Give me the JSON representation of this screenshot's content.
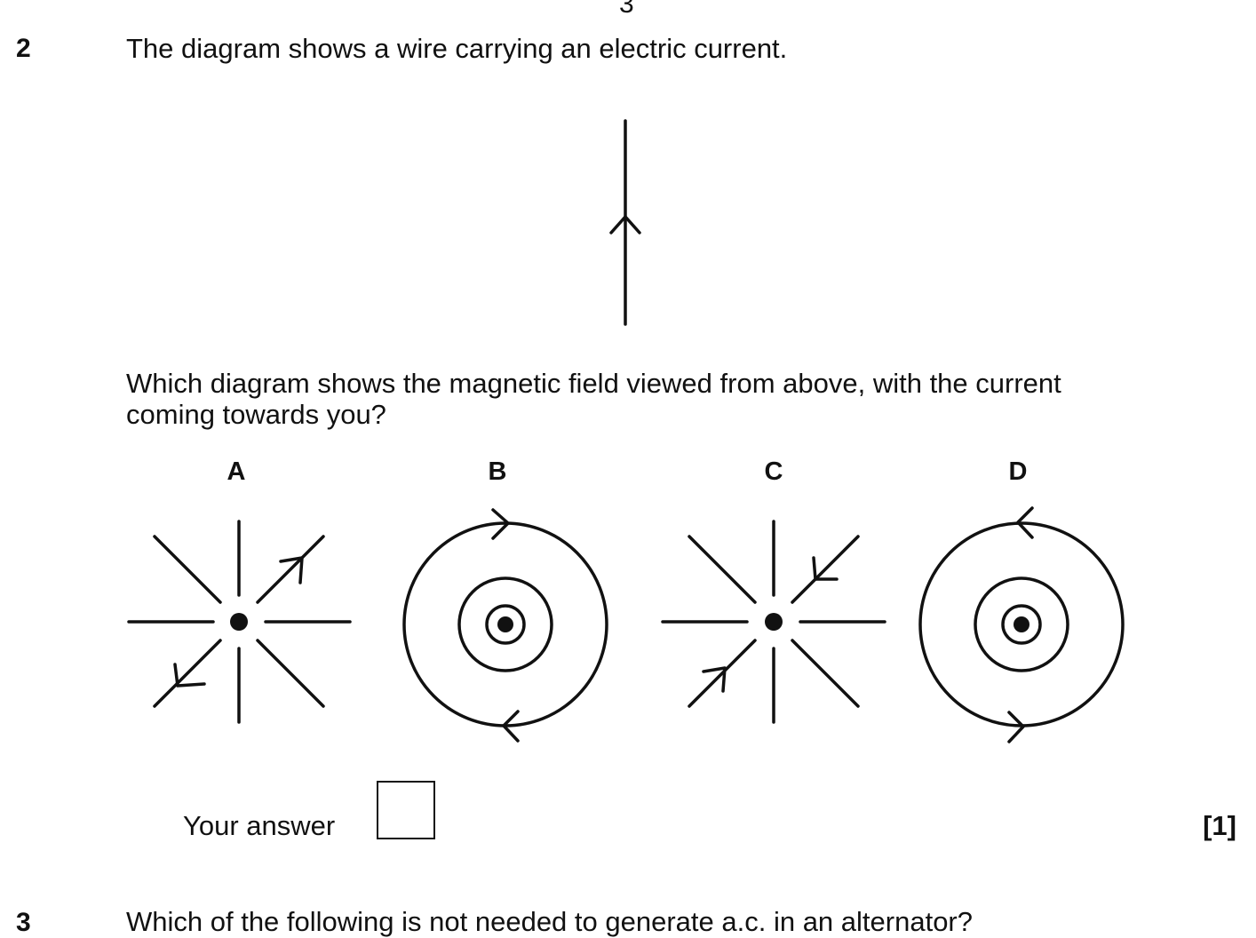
{
  "page": {
    "page_number": "3"
  },
  "question": {
    "number": "2",
    "text": "The diagram shows a wire carrying an electric current.",
    "prompt": "Which diagram shows the magnetic field viewed from above, with the current coming towards you?",
    "options": [
      {
        "label": "A"
      },
      {
        "label": "B"
      },
      {
        "label": "C"
      },
      {
        "label": "D"
      }
    ],
    "answer_label": "Your answer",
    "marks": "[1]"
  },
  "next_question": {
    "number": "3",
    "text": "Which of the following is not needed to generate a.c. in an alternator?"
  }
}
